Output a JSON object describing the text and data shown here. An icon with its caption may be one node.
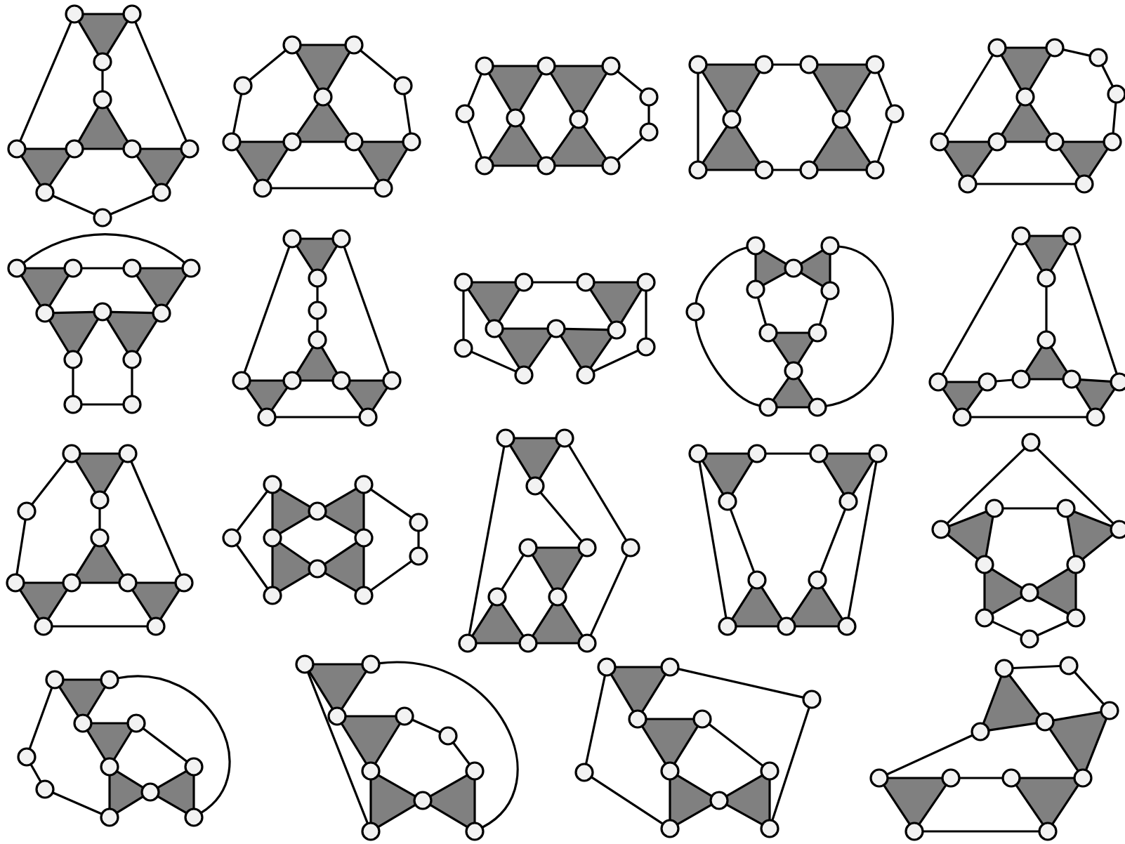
{
  "diagram": {
    "nodes": [
      {
        "text": [],
        "shape": "circle"
      },
      {
        "text": [],
        "shape": "circle"
      },
      {
        "text": [],
        "shape": "circle"
      },
      {
        "text": [],
        "shape": "circle"
      },
      {
        "text": [],
        "shape": "circle"
      },
      {
        "text": [],
        "shape": "circle"
      },
      {
        "text": [],
        "shape": "circle"
      },
      {
        "text": [],
        "shape": "circle"
      },
      {
        "text": [],
        "shape": "circle"
      },
      {
        "text": [],
        "shape": "circle"
      },
      {
        "text": [],
        "shape": "circle"
      },
      {
        "text": [],
        "shape": "circle"
      },
      {
        "text": [],
        "shape": "circle"
      },
      {
        "text": [],
        "shape": "circle"
      },
      {
        "text": [],
        "shape": "circle"
      },
      {
        "text": [],
        "shape": "circle"
      },
      {
        "text": [],
        "shape": "circle"
      },
      {
        "text": [],
        "shape": "circle"
      },
      {
        "text": [],
        "shape": "circle"
      },
      {
        "text": [],
        "shape": "circle"
      },
      {
        "text": [],
        "shape": "circle"
      },
      {
        "text": [],
        "shape": "circle"
      },
      {
        "text": [],
        "shape": "circle"
      },
      {
        "text": [],
        "shape": "circle"
      },
      {
        "text": [],
        "shape": "circle"
      },
      {
        "text": [],
        "shape": "circle"
      },
      {
        "text": [],
        "shape": "circle"
      },
      {
        "text": [],
        "shape": "circle"
      },
      {
        "text": [],
        "shape": "circle"
      },
      {
        "text": [],
        "shape": "circle"
      },
      {
        "text": [],
        "shape": "circle"
      },
      {
        "text": [],
        "shape": "circle"
      },
      {
        "text": [],
        "shape": "circle"
      },
      {
        "text": [],
        "shape": "circle"
      },
      {
        "text": [],
        "shape": "circle"
      },
      {
        "text": [],
        "shape": "circle"
      },
      {
        "text": [],
        "shape": "circle"
      },
      {
        "text": [],
        "shape": "circle"
      },
      {
        "text": [],
        "shape": "circle"
      },
      {
        "text": [],
        "shape": "circle"
      },
      {
        "text": [],
        "shape": "circle"
      },
      {
        "text": [],
        "shape": "circle"
      },
      {
        "text": [],
        "shape": "circle"
      },
      {
        "text": [],
        "shape": "circle"
      },
      {
        "text": [],
        "shape": "circle"
      },
      {
        "text": [],
        "shape": "circle"
      },
      {
        "text": [],
        "shape": "circle"
      },
      {
        "text": [],
        "shape": "circle"
      },
      {
        "text": [],
        "shape": "circle"
      },
      {
        "text": [],
        "shape": "circle"
      },
      {
        "text": [],
        "shape": "circle"
      },
      {
        "text": [],
        "shape": "circle"
      },
      {
        "text": [],
        "shape": "circle"
      },
      {
        "text": [],
        "shape": "circle"
      },
      {
        "text": [],
        "shape": "circle"
      },
      {
        "text": [],
        "shape": "circle"
      },
      {
        "text": [],
        "shape": "circle"
      },
      {
        "text": [],
        "shape": "circle"
      },
      {
        "text": [],
        "shape": "circle"
      },
      {
        "text": [],
        "shape": "circle"
      },
      {
        "text": [],
        "shape": "circle"
      },
      {
        "text": [],
        "shape": "circle"
      },
      {
        "text": [],
        "shape": "circle"
      },
      {
        "text": [],
        "shape": "circle"
      },
      {
        "text": [],
        "shape": "circle"
      },
      {
        "text": [],
        "shape": "circle"
      },
      {
        "text": [],
        "shape": "circle"
      },
      {
        "text": [],
        "shape": "circle"
      },
      {
        "text": [],
        "shape": "circle"
      },
      {
        "text": [],
        "shape": "circle"
      },
      {
        "text": [],
        "shape": "circle"
      },
      {
        "text": [],
        "shape": "circle"
      },
      {
        "text": [],
        "shape": "circle"
      },
      {
        "text": [],
        "shape": "circle"
      },
      {
        "text": [],
        "shape": "circle"
      },
      {
        "text": [],
        "shape": "circle"
      },
      {
        "text": [],
        "shape": "circle"
      },
      {
        "text": [],
        "shape": "circle"
      },
      {
        "text": [],
        "shape": "circle"
      },
      {
        "text": [],
        "shape": "circle"
      },
      {
        "text": [],
        "shape": "circle"
      },
      {
        "text": [],
        "shape": "circle"
      },
      {
        "text": [],
        "shape": "circle"
      },
      {
        "text": [],
        "shape": "circle"
      },
      {
        "text": [],
        "shape": "circle"
      },
      {
        "text": [],
        "shape": "circle"
      },
      {
        "text": [],
        "shape": "circle"
      },
      {
        "text": [],
        "shape": "circle"
      },
      {
        "text": [],
        "shape": "circle"
      },
      {
        "text": [],
        "shape": "circle"
      },
      {
        "text": [],
        "shape": "circle"
      },
      {
        "text": [],
        "shape": "circle"
      },
      {
        "text": [],
        "shape": "circle"
      },
      {
        "text": [],
        "shape": "circle"
      },
      {
        "text": [],
        "shape": "circle"
      },
      {
        "text": [],
        "shape": "circle"
      },
      {
        "text": [],
        "shape": "circle"
      },
      {
        "text": [],
        "shape": "circle"
      },
      {
        "text": [],
        "shape": "circle"
      },
      {
        "text": [],
        "shape": "circle"
      },
      {
        "text": [],
        "shape": "circle"
      },
      {
        "text": [],
        "shape": "circle"
      },
      {
        "text": [],
        "shape": "circle"
      },
      {
        "text": [],
        "shape": "circle"
      },
      {
        "text": [],
        "shape": "circle"
      },
      {
        "text": [],
        "shape": "circle"
      },
      {
        "text": [],
        "shape": "circle"
      },
      {
        "text": [],
        "shape": "circle"
      },
      {
        "text": [],
        "shape": "circle"
      },
      {
        "text": [],
        "shape": "circle"
      },
      {
        "text": [],
        "shape": "circle"
      },
      {
        "text": [],
        "shape": "circle"
      },
      {
        "text": [],
        "shape": "circle"
      },
      {
        "text": [],
        "shape": "circle"
      },
      {
        "text": [],
        "shape": "circle"
      },
      {
        "text": [],
        "shape": "circle"
      },
      {
        "text": [],
        "shape": "circle"
      },
      {
        "text": [],
        "shape": "circle"
      },
      {
        "text": [],
        "shape": "circle"
      },
      {
        "text": [],
        "shape": "circle"
      },
      {
        "text": [],
        "shape": "circle"
      },
      {
        "text": [],
        "shape": "circle"
      },
      {
        "text": [],
        "shape": "circle"
      },
      {
        "text": [],
        "shape": "circle"
      },
      {
        "text": [],
        "shape": "circle"
      },
      {
        "text": [],
        "shape": "circle"
      },
      {
        "text": [],
        "shape": "circle"
      },
      {
        "text": [],
        "shape": "circle"
      },
      {
        "text": [],
        "shape": "circle"
      },
      {
        "text": [],
        "shape": "circle"
      },
      {
        "text": [],
        "shape": "circle"
      },
      {
        "text": [],
        "shape": "circle"
      },
      {
        "text": [],
        "shape": "circle"
      },
      {
        "text": [],
        "shape": "circle"
      },
      {
        "text": [],
        "shape": "circle"
      },
      {
        "text": [],
        "shape": "circle"
      },
      {
        "text": [],
        "shape": "circle"
      },
      {
        "text": [],
        "shape": "circle"
      },
      {
        "text": [],
        "shape": "circle"
      },
      {
        "text": [],
        "shape": "circle"
      },
      {
        "text": [],
        "shape": "circle"
      },
      {
        "text": [],
        "shape": "circle"
      },
      {
        "text": [],
        "shape": "circle"
      },
      {
        "text": [],
        "shape": "circle"
      },
      {
        "text": [],
        "shape": "circle"
      },
      {
        "text": [],
        "shape": "circle"
      },
      {
        "text": [],
        "shape": "circle"
      },
      {
        "text": [],
        "shape": "circle"
      },
      {
        "text": [],
        "shape": "circle"
      },
      {
        "text": [],
        "shape": "circle"
      },
      {
        "text": [],
        "shape": "circle"
      },
      {
        "text": [],
        "shape": "circle"
      },
      {
        "text": [],
        "shape": "circle"
      },
      {
        "text": [],
        "shape": "circle"
      },
      {
        "text": [],
        "shape": "circle"
      },
      {
        "text": [],
        "shape": "circle"
      },
      {
        "text": [],
        "shape": "circle"
      },
      {
        "text": [],
        "shape": "circle"
      },
      {
        "text": [],
        "shape": "circle"
      },
      {
        "text": [],
        "shape": "circle"
      },
      {
        "text": [],
        "shape": "circle"
      },
      {
        "text": [],
        "shape": "circle"
      },
      {
        "text": [],
        "shape": "circle"
      },
      {
        "text": [],
        "shape": "circle"
      },
      {
        "text": [],
        "shape": "circle"
      },
      {
        "text": [],
        "shape": "circle"
      },
      {
        "text": [],
        "shape": "circle"
      },
      {
        "text": [],
        "shape": "circle"
      },
      {
        "text": [],
        "shape": "circle"
      },
      {
        "text": [],
        "shape": "circle"
      },
      {
        "text": [],
        "shape": "circle"
      },
      {
        "text": [],
        "shape": "circle"
      },
      {
        "text": [],
        "shape": "circle"
      },
      {
        "text": [],
        "shape": "circle"
      },
      {
        "text": [],
        "shape": "circle"
      },
      {
        "text": [],
        "shape": "circle"
      },
      {
        "text": [],
        "shape": "circle"
      },
      {
        "text": [],
        "shape": "circle"
      },
      {
        "text": [],
        "shape": "circle"
      },
      {
        "text": [],
        "shape": "circle"
      },
      {
        "text": [],
        "shape": "circle"
      },
      {
        "text": [],
        "shape": "circle"
      },
      {
        "text": [],
        "shape": "circle"
      },
      {
        "text": [],
        "shape": "circle"
      },
      {
        "text": [],
        "shape": "circle"
      },
      {
        "text": [],
        "shape": "circle"
      },
      {
        "text": [],
        "shape": "circle"
      },
      {
        "text": [],
        "shape": "circle"
      },
      {
        "text": [],
        "shape": "circle"
      },
      {
        "text": [],
        "shape": "circle"
      },
      {
        "text": [],
        "shape": "circle"
      },
      {
        "text": [],
        "shape": "circle"
      },
      {
        "text": [],
        "shape": "circle"
      },
      {
        "text": [],
        "shape": "circle"
      },
      {
        "text": [],
        "shape": "circle"
      },
      {
        "text": [],
        "shape": "circle"
      },
      {
        "text": [],
        "shape": "circle"
      },
      {
        "text": [],
        "shape": "circle"
      },
      {
        "text": [],
        "shape": "circle"
      },
      {
        "text": [],
        "shape": "circle"
      },
      {
        "text": [],
        "shape": "circle"
      },
      {
        "text": [],
        "shape": "circle"
      },
      {
        "text": [],
        "shape": "circle"
      },
      {
        "text": [],
        "shape": "circle"
      },
      {
        "text": [],
        "shape": "circle"
      },
      {
        "text": [],
        "shape": "circle"
      },
      {
        "text": [],
        "shape": "circle"
      },
      {
        "text": [],
        "shape": "circle"
      }
    ],
    "edges": [
      {
        "from": 0,
        "to": 1,
        "arrow": "none"
      },
      {
        "from": 0,
        "to": 2,
        "arrow": "none"
      },
      {
        "from": 1,
        "to": 2,
        "arrow": "none"
      },
      {
        "from": 2,
        "to": 3,
        "arrow": "none"
      },
      {
        "from": 3,
        "to": 4,
        "arrow": "none"
      },
      {
        "from": 3,
        "to": 5,
        "arrow": "none"
      },
      {
        "from": 4,
        "to": 5,
        "arrow": "none"
      },
      {
        "from": 6,
        "to": 4,
        "arrow": "none"
      },
      {
        "from": 6,
        "to": 7,
        "arrow": "none"
      },
      {
        "from": 4,
        "to": 7,
        "arrow": "none"
      },
      {
        "from": 5,
        "to": 8,
        "arrow": "none"
      },
      {
        "from": 5,
        "to": 9,
        "arrow": "none"
      },
      {
        "from": 8,
        "to": 9,
        "arrow": "none"
      },
      {
        "from": 7,
        "to": 10,
        "arrow": "none"
      },
      {
        "from": 9,
        "to": 10,
        "arrow": "none"
      },
      {
        "from": 0,
        "to": 6,
        "arrow": "none"
      },
      {
        "from": 1,
        "to": 8,
        "arrow": "none"
      },
      {
        "from": 11,
        "to": 12,
        "arrow": "none"
      },
      {
        "from": 11,
        "to": 13,
        "arrow": "none"
      },
      {
        "from": 12,
        "to": 13,
        "arrow": "none"
      },
      {
        "from": 13,
        "to": 14,
        "arrow": "none"
      },
      {
        "from": 13,
        "to": 15,
        "arrow": "none"
      },
      {
        "from": 14,
        "to": 15,
        "arrow": "none"
      },
      {
        "from": 16,
        "to": 14,
        "arrow": "none"
      },
      {
        "from": 16,
        "to": 17,
        "arrow": "none"
      },
      {
        "from": 14,
        "to": 17,
        "arrow": "none"
      },
      {
        "from": 15,
        "to": 18,
        "arrow": "none"
      },
      {
        "from": 15,
        "to": 19,
        "arrow": "none"
      },
      {
        "from": 18,
        "to": 19,
        "arrow": "none"
      },
      {
        "from": 17,
        "to": 19,
        "arrow": "none"
      },
      {
        "from": 11,
        "to": 20,
        "arrow": "none"
      },
      {
        "from": 20,
        "to": 16,
        "arrow": "none"
      },
      {
        "from": 12,
        "to": 21,
        "arrow": "none"
      },
      {
        "from": 21,
        "to": 18,
        "arrow": "none"
      },
      {
        "from": 22,
        "to": 23,
        "arrow": "none"
      },
      {
        "from": 22,
        "to": 24,
        "arrow": "none"
      },
      {
        "from": 23,
        "to": 24,
        "arrow": "none"
      },
      {
        "from": 24,
        "to": 25,
        "arrow": "none"
      },
      {
        "from": 24,
        "to": 26,
        "arrow": "none"
      },
      {
        "from": 25,
        "to": 26,
        "arrow": "none"
      },
      {
        "from": 23,
        "to": 27,
        "arrow": "none"
      },
      {
        "from": 23,
        "to": 28,
        "arrow": "none"
      },
      {
        "from": 27,
        "to": 28,
        "arrow": "none"
      },
      {
        "from": 28,
        "to": 26,
        "arrow": "none"
      },
      {
        "from": 28,
        "to": 29,
        "arrow": "none"
      },
      {
        "from": 26,
        "to": 29,
        "arrow": "none"
      },
      {
        "from": 30,
        "to": 22,
        "arrow": "none"
      },
      {
        "from": 30,
        "to": 25,
        "arrow": "none"
      },
      {
        "from": 27,
        "to": 31,
        "arrow": "none"
      },
      {
        "from": 31,
        "to": 32,
        "arrow": "none"
      },
      {
        "from": 32,
        "to": 29,
        "arrow": "none"
      },
      {
        "from": 33,
        "to": 34,
        "arrow": "none"
      },
      {
        "from": 33,
        "to": 35,
        "arrow": "none"
      },
      {
        "from": 34,
        "to": 35,
        "arrow": "none"
      },
      {
        "from": 35,
        "to": 36,
        "arrow": "none"
      },
      {
        "from": 35,
        "to": 37,
        "arrow": "none"
      },
      {
        "from": 36,
        "to": 37,
        "arrow": "none"
      },
      {
        "from": 38,
        "to": 39,
        "arrow": "none"
      },
      {
        "from": 38,
        "to": 40,
        "arrow": "none"
      },
      {
        "from": 39,
        "to": 40,
        "arrow": "none"
      },
      {
        "from": 40,
        "to": 41,
        "arrow": "none"
      },
      {
        "from": 40,
        "to": 42,
        "arrow": "none"
      },
      {
        "from": 41,
        "to": 42,
        "arrow": "none"
      },
      {
        "from": 33,
        "to": 36,
        "arrow": "none"
      },
      {
        "from": 34,
        "to": 38,
        "arrow": "none"
      },
      {
        "from": 37,
        "to": 41,
        "arrow": "none"
      },
      {
        "from": 39,
        "to": 43,
        "arrow": "none"
      },
      {
        "from": 43,
        "to": 42,
        "arrow": "none"
      },
      {
        "from": 44,
        "to": 45,
        "arrow": "none"
      },
      {
        "from": 44,
        "to": 46,
        "arrow": "none"
      },
      {
        "from": 45,
        "to": 46,
        "arrow": "none"
      },
      {
        "from": 46,
        "to": 47,
        "arrow": "none"
      },
      {
        "from": 46,
        "to": 48,
        "arrow": "none"
      },
      {
        "from": 47,
        "to": 48,
        "arrow": "none"
      },
      {
        "from": 49,
        "to": 47,
        "arrow": "none"
      },
      {
        "from": 49,
        "to": 50,
        "arrow": "none"
      },
      {
        "from": 47,
        "to": 50,
        "arrow": "none"
      },
      {
        "from": 48,
        "to": 51,
        "arrow": "none"
      },
      {
        "from": 48,
        "to": 52,
        "arrow": "none"
      },
      {
        "from": 51,
        "to": 52,
        "arrow": "none"
      },
      {
        "from": 50,
        "to": 52,
        "arrow": "none"
      },
      {
        "from": 44,
        "to": 49,
        "arrow": "none"
      },
      {
        "from": 45,
        "to": 53,
        "arrow": "none"
      },
      {
        "from": 53,
        "to": 54,
        "arrow": "none"
      },
      {
        "from": 54,
        "to": 51,
        "arrow": "none"
      },
      {
        "from": 55,
        "to": 56,
        "arrow": "none"
      },
      {
        "from": 55,
        "to": 57,
        "arrow": "none"
      },
      {
        "from": 56,
        "to": 57,
        "arrow": "none"
      },
      {
        "from": 58,
        "to": 59,
        "arrow": "none"
      },
      {
        "from": 58,
        "to": 60,
        "arrow": "none"
      },
      {
        "from": 59,
        "to": 60,
        "arrow": "none"
      },
      {
        "from": 57,
        "to": 61,
        "arrow": "none"
      },
      {
        "from": 57,
        "to": 62,
        "arrow": "none"
      },
      {
        "from": 61,
        "to": 62,
        "arrow": "none"
      },
      {
        "from": 61,
        "to": 60,
        "arrow": "none"
      },
      {
        "from": 61,
        "to": 63,
        "arrow": "none"
      },
      {
        "from": 60,
        "to": 63,
        "arrow": "none"
      },
      {
        "from": 56,
        "to": 58,
        "arrow": "none"
      },
      {
        "from": 62,
        "to": 64,
        "arrow": "none"
      },
      {
        "from": 64,
        "to": 65,
        "arrow": "none"
      },
      {
        "from": 65,
        "to": 63,
        "arrow": "none"
      },
      {
        "from": 55,
        "to": 59,
        "arrow": "none"
      },
      {
        "from": 66,
        "to": 67,
        "arrow": "none"
      },
      {
        "from": 66,
        "to": 68,
        "arrow": "none"
      },
      {
        "from": 67,
        "to": 68,
        "arrow": "none"
      },
      {
        "from": 68,
        "to": 69,
        "arrow": "none"
      },
      {
        "from": 69,
        "to": 70,
        "arrow": "none"
      },
      {
        "from": 70,
        "to": 71,
        "arrow": "none"
      },
      {
        "from": 70,
        "to": 72,
        "arrow": "none"
      },
      {
        "from": 71,
        "to": 72,
        "arrow": "none"
      },
      {
        "from": 73,
        "to": 71,
        "arrow": "none"
      },
      {
        "from": 73,
        "to": 74,
        "arrow": "none"
      },
      {
        "from": 71,
        "to": 74,
        "arrow": "none"
      },
      {
        "from": 72,
        "to": 75,
        "arrow": "none"
      },
      {
        "from": 72,
        "to": 76,
        "arrow": "none"
      },
      {
        "from": 75,
        "to": 76,
        "arrow": "none"
      },
      {
        "from": 74,
        "to": 76,
        "arrow": "none"
      },
      {
        "from": 66,
        "to": 73,
        "arrow": "none"
      },
      {
        "from": 67,
        "to": 75,
        "arrow": "none"
      },
      {
        "from": 77,
        "to": 78,
        "arrow": "none"
      },
      {
        "from": 77,
        "to": 79,
        "arrow": "none"
      },
      {
        "from": 78,
        "to": 79,
        "arrow": "none"
      },
      {
        "from": 79,
        "to": 81,
        "arrow": "none"
      },
      {
        "from": 79,
        "to": 82,
        "arrow": "none"
      },
      {
        "from": 81,
        "to": 82,
        "arrow": "none"
      },
      {
        "from": 83,
        "to": 84,
        "arrow": "none"
      },
      {
        "from": 83,
        "to": 85,
        "arrow": "none"
      },
      {
        "from": 84,
        "to": 85,
        "arrow": "none"
      },
      {
        "from": 81,
        "to": 85,
        "arrow": "none"
      },
      {
        "from": 81,
        "to": 86,
        "arrow": "none"
      },
      {
        "from": 85,
        "to": 86,
        "arrow": "none"
      },
      {
        "from": 78,
        "to": 83,
        "arrow": "none"
      },
      {
        "from": 77,
        "to": 80,
        "arrow": "none"
      },
      {
        "from": 80,
        "to": 82,
        "arrow": "none"
      },
      {
        "from": 84,
        "to": 87,
        "arrow": "none"
      },
      {
        "from": 87,
        "to": 86,
        "arrow": "none"
      },
      {
        "from": 88,
        "to": 90,
        "arrow": "none"
      },
      {
        "from": 88,
        "to": 91,
        "arrow": "none"
      },
      {
        "from": 90,
        "to": 91,
        "arrow": "none"
      },
      {
        "from": 90,
        "to": 89,
        "arrow": "none"
      },
      {
        "from": 90,
        "to": 92,
        "arrow": "none"
      },
      {
        "from": 89,
        "to": 92,
        "arrow": "none"
      },
      {
        "from": 91,
        "to": 93,
        "arrow": "none"
      },
      {
        "from": 92,
        "to": 94,
        "arrow": "none"
      },
      {
        "from": 93,
        "to": 94,
        "arrow": "none"
      },
      {
        "from": 93,
        "to": 95,
        "arrow": "none"
      },
      {
        "from": 94,
        "to": 95,
        "arrow": "none"
      },
      {
        "from": 95,
        "to": 96,
        "arrow": "none"
      },
      {
        "from": 95,
        "to": 97,
        "arrow": "none"
      },
      {
        "from": 96,
        "to": 97,
        "arrow": "none"
      },
      {
        "from": 88,
        "to": 98,
        "arrow": "none"
      },
      {
        "from": 98,
        "to": 96,
        "arrow": "none"
      },
      {
        "from": 89,
        "to": 97,
        "arrow": "none"
      },
      {
        "from": 99,
        "to": 100,
        "arrow": "none"
      },
      {
        "from": 99,
        "to": 101,
        "arrow": "none"
      },
      {
        "from": 100,
        "to": 101,
        "arrow": "none"
      },
      {
        "from": 101,
        "to": 102,
        "arrow": "none"
      },
      {
        "from": 102,
        "to": 103,
        "arrow": "none"
      },
      {
        "from": 102,
        "to": 104,
        "arrow": "none"
      },
      {
        "from": 103,
        "to": 104,
        "arrow": "none"
      },
      {
        "from": 105,
        "to": 106,
        "arrow": "none"
      },
      {
        "from": 105,
        "to": 107,
        "arrow": "none"
      },
      {
        "from": 106,
        "to": 107,
        "arrow": "none"
      },
      {
        "from": 106,
        "to": 103,
        "arrow": "none"
      },
      {
        "from": 104,
        "to": 108,
        "arrow": "none"
      },
      {
        "from": 104,
        "to": 109,
        "arrow": "none"
      },
      {
        "from": 108,
        "to": 109,
        "arrow": "none"
      },
      {
        "from": 107,
        "to": 109,
        "arrow": "none"
      },
      {
        "from": 99,
        "to": 105,
        "arrow": "none"
      },
      {
        "from": 100,
        "to": 108,
        "arrow": "none"
      },
      {
        "from": 110,
        "to": 111,
        "arrow": "none"
      },
      {
        "from": 110,
        "to": 112,
        "arrow": "none"
      },
      {
        "from": 111,
        "to": 112,
        "arrow": "none"
      },
      {
        "from": 112,
        "to": 113,
        "arrow": "none"
      },
      {
        "from": 113,
        "to": 114,
        "arrow": "none"
      },
      {
        "from": 113,
        "to": 115,
        "arrow": "none"
      },
      {
        "from": 114,
        "to": 115,
        "arrow": "none"
      },
      {
        "from": 116,
        "to": 114,
        "arrow": "none"
      },
      {
        "from": 116,
        "to": 117,
        "arrow": "none"
      },
      {
        "from": 114,
        "to": 117,
        "arrow": "none"
      },
      {
        "from": 115,
        "to": 118,
        "arrow": "none"
      },
      {
        "from": 115,
        "to": 119,
        "arrow": "none"
      },
      {
        "from": 118,
        "to": 119,
        "arrow": "none"
      },
      {
        "from": 117,
        "to": 119,
        "arrow": "none"
      },
      {
        "from": 110,
        "to": 120,
        "arrow": "none"
      },
      {
        "from": 120,
        "to": 116,
        "arrow": "none"
      },
      {
        "from": 111,
        "to": 118,
        "arrow": "none"
      },
      {
        "from": 121,
        "to": 122,
        "arrow": "none"
      },
      {
        "from": 121,
        "to": 123,
        "arrow": "none"
      },
      {
        "from": 122,
        "to": 123,
        "arrow": "none"
      },
      {
        "from": 122,
        "to": 124,
        "arrow": "none"
      },
      {
        "from": 122,
        "to": 125,
        "arrow": "none"
      },
      {
        "from": 124,
        "to": 125,
        "arrow": "none"
      },
      {
        "from": 123,
        "to": 126,
        "arrow": "none"
      },
      {
        "from": 123,
        "to": 127,
        "arrow": "none"
      },
      {
        "from": 126,
        "to": 127,
        "arrow": "none"
      },
      {
        "from": 125,
        "to": 126,
        "arrow": "none"
      },
      {
        "from": 125,
        "to": 128,
        "arrow": "none"
      },
      {
        "from": 126,
        "to": 128,
        "arrow": "none"
      },
      {
        "from": 129,
        "to": 121,
        "arrow": "none"
      },
      {
        "from": 129,
        "to": 127,
        "arrow": "none"
      },
      {
        "from": 124,
        "to": 130,
        "arrow": "none"
      },
      {
        "from": 130,
        "to": 131,
        "arrow": "none"
      },
      {
        "from": 131,
        "to": 128,
        "arrow": "none"
      },
      {
        "from": 132,
        "to": 133,
        "arrow": "none"
      },
      {
        "from": 132,
        "to": 134,
        "arrow": "none"
      },
      {
        "from": 133,
        "to": 134,
        "arrow": "none"
      },
      {
        "from": 135,
        "to": 136,
        "arrow": "none"
      },
      {
        "from": 135,
        "to": 137,
        "arrow": "none"
      },
      {
        "from": 136,
        "to": 137,
        "arrow": "none"
      },
      {
        "from": 138,
        "to": 139,
        "arrow": "none"
      },
      {
        "from": 138,
        "to": 140,
        "arrow": "none"
      },
      {
        "from": 139,
        "to": 140,
        "arrow": "none"
      },
      {
        "from": 137,
        "to": 140,
        "arrow": "none"
      },
      {
        "from": 137,
        "to": 141,
        "arrow": "none"
      },
      {
        "from": 140,
        "to": 141,
        "arrow": "none"
      },
      {
        "from": 134,
        "to": 136,
        "arrow": "none"
      },
      {
        "from": 135,
        "to": 138,
        "arrow": "none"
      },
      {
        "from": 132,
        "to": 139,
        "arrow": "none"
      },
      {
        "from": 133,
        "to": 142,
        "arrow": "none"
      },
      {
        "from": 142,
        "to": 141,
        "arrow": "none"
      },
      {
        "from": 143,
        "to": 144,
        "arrow": "none"
      },
      {
        "from": 143,
        "to": 145,
        "arrow": "none"
      },
      {
        "from": 144,
        "to": 145,
        "arrow": "none"
      },
      {
        "from": 146,
        "to": 147,
        "arrow": "none"
      },
      {
        "from": 146,
        "to": 148,
        "arrow": "none"
      },
      {
        "from": 147,
        "to": 148,
        "arrow": "none"
      },
      {
        "from": 149,
        "to": 150,
        "arrow": "none"
      },
      {
        "from": 149,
        "to": 151,
        "arrow": "none"
      },
      {
        "from": 150,
        "to": 151,
        "arrow": "none"
      },
      {
        "from": 152,
        "to": 151,
        "arrow": "none"
      },
      {
        "from": 152,
        "to": 153,
        "arrow": "none"
      },
      {
        "from": 151,
        "to": 153,
        "arrow": "none"
      },
      {
        "from": 144,
        "to": 146,
        "arrow": "none"
      },
      {
        "from": 143,
        "to": 150,
        "arrow": "none"
      },
      {
        "from": 147,
        "to": 153,
        "arrow": "none"
      },
      {
        "from": 145,
        "to": 149,
        "arrow": "none"
      },
      {
        "from": 148,
        "to": 152,
        "arrow": "none"
      },
      {
        "from": 154,
        "to": 157,
        "arrow": "none"
      },
      {
        "from": 154,
        "to": 159,
        "arrow": "none"
      },
      {
        "from": 155,
        "to": 156,
        "arrow": "none"
      },
      {
        "from": 157,
        "to": 155,
        "arrow": "none"
      },
      {
        "from": 157,
        "to": 158,
        "arrow": "none"
      },
      {
        "from": 155,
        "to": 158,
        "arrow": "none"
      },
      {
        "from": 156,
        "to": 159,
        "arrow": "none"
      },
      {
        "from": 156,
        "to": 160,
        "arrow": "none"
      },
      {
        "from": 159,
        "to": 160,
        "arrow": "none"
      },
      {
        "from": 158,
        "to": 161,
        "arrow": "none"
      },
      {
        "from": 158,
        "to": 162,
        "arrow": "none"
      },
      {
        "from": 161,
        "to": 162,
        "arrow": "none"
      },
      {
        "from": 160,
        "to": 161,
        "arrow": "none"
      },
      {
        "from": 160,
        "to": 163,
        "arrow": "none"
      },
      {
        "from": 161,
        "to": 163,
        "arrow": "none"
      },
      {
        "from": 162,
        "to": 164,
        "arrow": "none"
      },
      {
        "from": 163,
        "to": 164,
        "arrow": "none"
      },
      {
        "from": 165,
        "to": 166,
        "arrow": "none"
      },
      {
        "from": 165,
        "to": 167,
        "arrow": "none"
      },
      {
        "from": 166,
        "to": 167,
        "arrow": "none"
      },
      {
        "from": 167,
        "to": 168,
        "arrow": "none"
      },
      {
        "from": 167,
        "to": 169,
        "arrow": "none"
      },
      {
        "from": 168,
        "to": 169,
        "arrow": "none"
      },
      {
        "from": 169,
        "to": 171,
        "arrow": "none"
      },
      {
        "from": 169,
        "to": 172,
        "arrow": "none"
      },
      {
        "from": 171,
        "to": 172,
        "arrow": "none"
      },
      {
        "from": 171,
        "to": 170,
        "arrow": "none"
      },
      {
        "from": 171,
        "to": 173,
        "arrow": "none"
      },
      {
        "from": 170,
        "to": 173,
        "arrow": "none"
      },
      {
        "from": 168,
        "to": 170,
        "arrow": "none"
      },
      {
        "from": 165,
        "to": 174,
        "arrow": "none"
      },
      {
        "from": 174,
        "to": 175,
        "arrow": "none"
      },
      {
        "from": 175,
        "to": 172,
        "arrow": "none"
      },
      {
        "from": 166,
        "to": 173,
        "arrow": "none"
      },
      {
        "from": 176,
        "to": 177,
        "arrow": "none"
      },
      {
        "from": 176,
        "to": 178,
        "arrow": "none"
      },
      {
        "from": 177,
        "to": 178,
        "arrow": "none"
      },
      {
        "from": 178,
        "to": 179,
        "arrow": "none"
      },
      {
        "from": 178,
        "to": 180,
        "arrow": "none"
      },
      {
        "from": 179,
        "to": 180,
        "arrow": "none"
      },
      {
        "from": 180,
        "to": 183,
        "arrow": "none"
      },
      {
        "from": 180,
        "to": 184,
        "arrow": "none"
      },
      {
        "from": 183,
        "to": 184,
        "arrow": "none"
      },
      {
        "from": 183,
        "to": 182,
        "arrow": "none"
      },
      {
        "from": 183,
        "to": 185,
        "arrow": "none"
      },
      {
        "from": 182,
        "to": 185,
        "arrow": "none"
      },
      {
        "from": 179,
        "to": 181,
        "arrow": "none"
      },
      {
        "from": 181,
        "to": 182,
        "arrow": "none"
      },
      {
        "from": 176,
        "to": 184,
        "arrow": "none"
      },
      {
        "from": 177,
        "to": 185,
        "arrow": "none"
      },
      {
        "from": 186,
        "to": 187,
        "arrow": "none"
      },
      {
        "from": 186,
        "to": 188,
        "arrow": "none"
      },
      {
        "from": 187,
        "to": 188,
        "arrow": "none"
      },
      {
        "from": 188,
        "to": 189,
        "arrow": "none"
      },
      {
        "from": 188,
        "to": 190,
        "arrow": "none"
      },
      {
        "from": 189,
        "to": 190,
        "arrow": "none"
      },
      {
        "from": 190,
        "to": 192,
        "arrow": "none"
      },
      {
        "from": 190,
        "to": 193,
        "arrow": "none"
      },
      {
        "from": 192,
        "to": 193,
        "arrow": "none"
      },
      {
        "from": 192,
        "to": 191,
        "arrow": "none"
      },
      {
        "from": 192,
        "to": 194,
        "arrow": "none"
      },
      {
        "from": 191,
        "to": 194,
        "arrow": "none"
      },
      {
        "from": 189,
        "to": 191,
        "arrow": "none"
      },
      {
        "from": 187,
        "to": 195,
        "arrow": "none"
      },
      {
        "from": 195,
        "to": 194,
        "arrow": "none"
      },
      {
        "from": 186,
        "to": 196,
        "arrow": "none"
      },
      {
        "from": 196,
        "to": 193,
        "arrow": "none"
      },
      {
        "from": 197,
        "to": 199,
        "arrow": "none"
      },
      {
        "from": 197,
        "to": 200,
        "arrow": "none"
      },
      {
        "from": 199,
        "to": 200,
        "arrow": "none"
      },
      {
        "from": 200,
        "to": 201,
        "arrow": "none"
      },
      {
        "from": 200,
        "to": 202,
        "arrow": "none"
      },
      {
        "from": 201,
        "to": 202,
        "arrow": "none"
      },
      {
        "from": 197,
        "to": 198,
        "arrow": "none"
      },
      {
        "from": 198,
        "to": 201,
        "arrow": "none"
      },
      {
        "from": 199,
        "to": 203,
        "arrow": "none"
      },
      {
        "from": 203,
        "to": 204,
        "arrow": "none"
      },
      {
        "from": 203,
        "to": 205,
        "arrow": "none"
      },
      {
        "from": 204,
        "to": 205,
        "arrow": "none"
      },
      {
        "from": 204,
        "to": 206,
        "arrow": "none"
      },
      {
        "from": 206,
        "to": 202,
        "arrow": "none"
      },
      {
        "from": 206,
        "to": 207,
        "arrow": "none"
      },
      {
        "from": 202,
        "to": 207,
        "arrow": "none"
      },
      {
        "from": 205,
        "to": 207,
        "arrow": "none"
      }
    ]
  }
}
